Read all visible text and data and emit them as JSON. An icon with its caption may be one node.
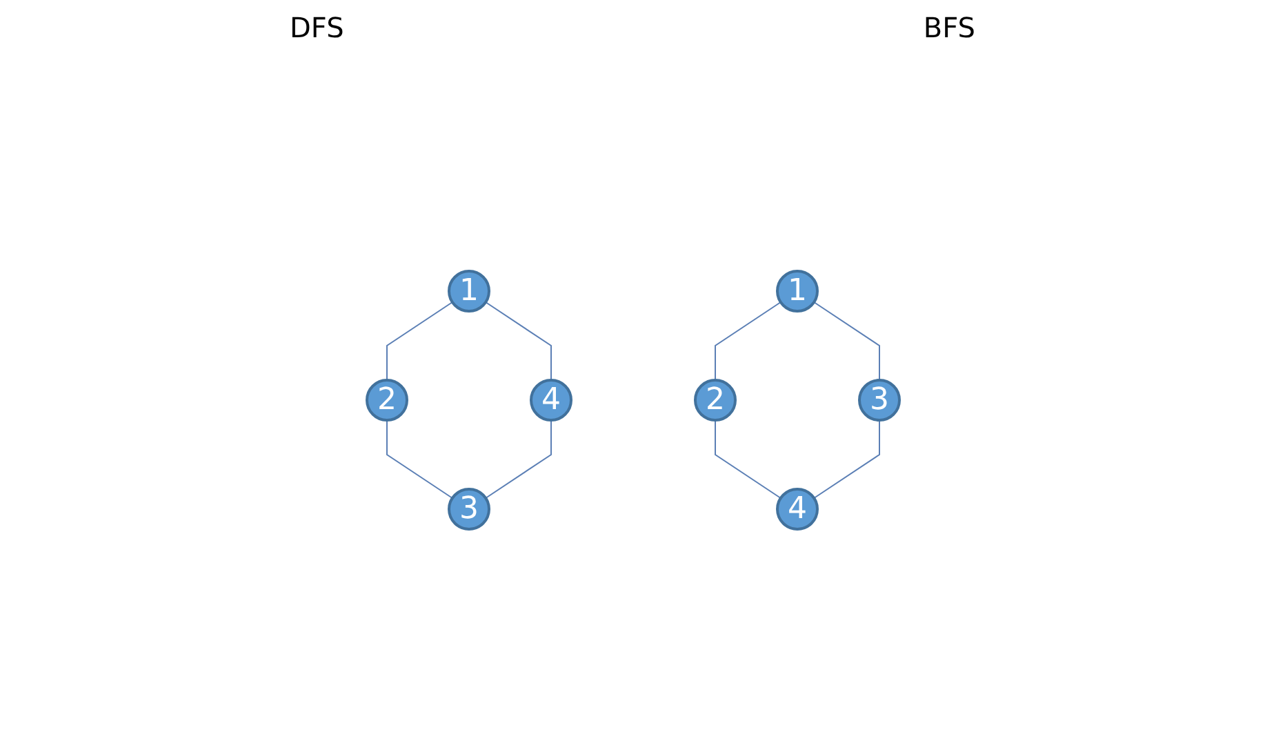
{
  "diagram": {
    "nodes": [
      {
        "text": [
          "1"
        ]
      },
      {
        "text": [
          "2"
        ]
      },
      {
        "text": [
          "4"
        ]
      },
      {
        "text": [
          "3"
        ]
      },
      {
        "text": [
          "1"
        ]
      },
      {
        "text": [
          "2"
        ]
      },
      {
        "text": [
          "3"
        ]
      },
      {
        "text": [
          "4"
        ]
      }
    ],
    "edges": [
      {
        "from": 0,
        "to": 1,
        "arrow": "none"
      },
      {
        "from": 0,
        "to": 2,
        "arrow": "none"
      },
      {
        "from": 1,
        "to": 3,
        "arrow": "none"
      },
      {
        "from": 2,
        "to": 3,
        "arrow": "none"
      },
      {
        "from": 4,
        "to": 5,
        "arrow": "none"
      },
      {
        "from": 4,
        "to": 6,
        "arrow": "none"
      },
      {
        "from": 5,
        "to": 7,
        "arrow": "none"
      },
      {
        "from": 6,
        "to": 7,
        "arrow": "none"
      }
    ],
    "labels": [
      "DFS",
      "BFS"
    ]
  }
}
